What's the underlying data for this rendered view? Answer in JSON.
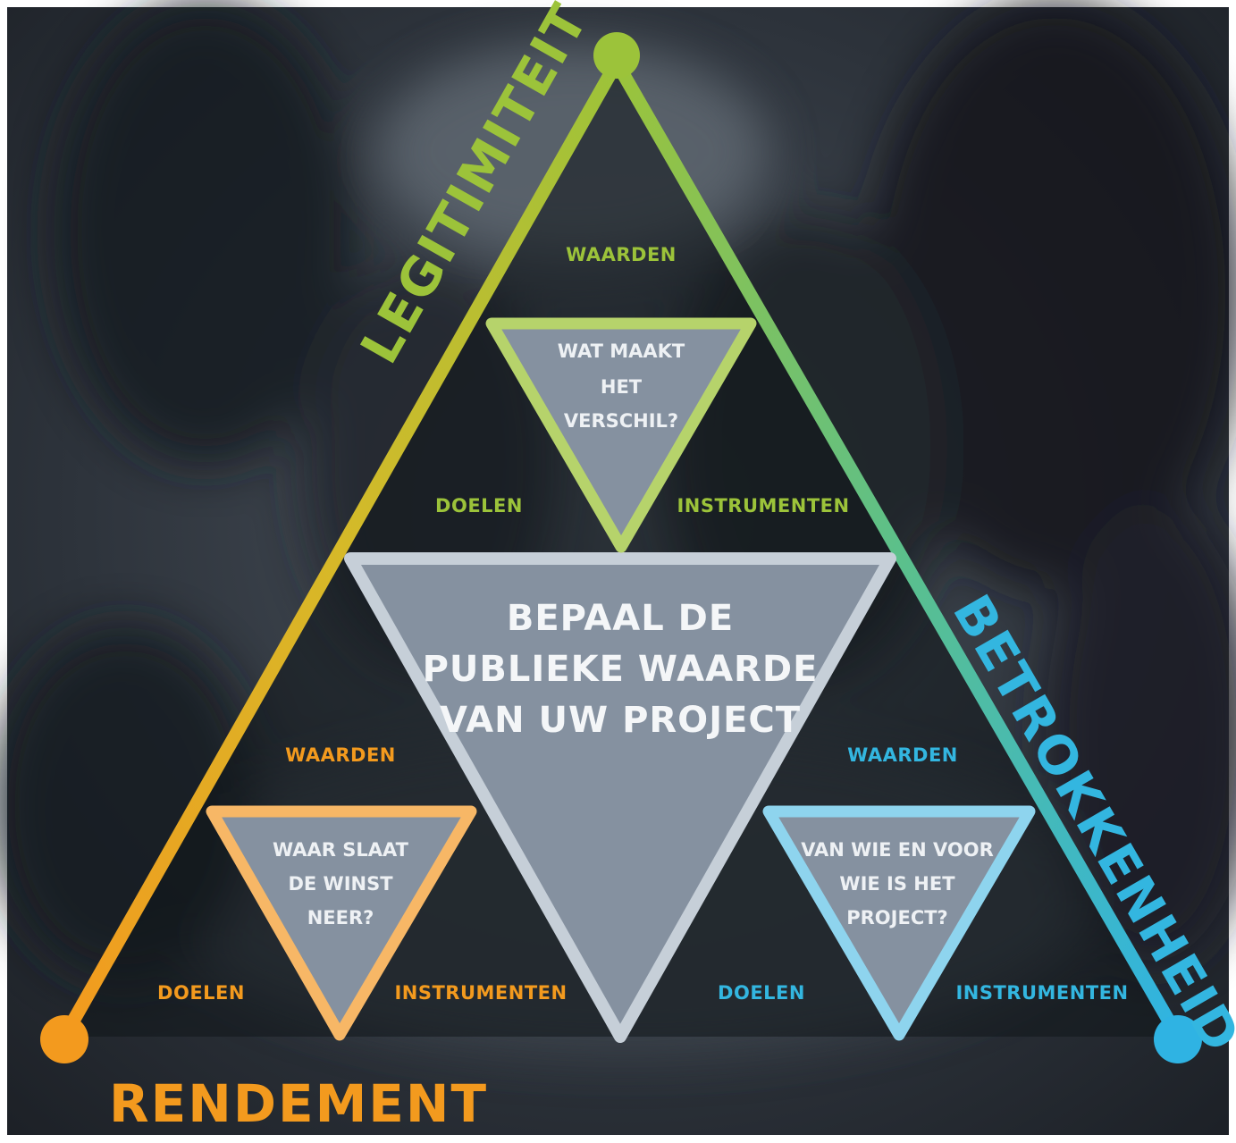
{
  "axes": {
    "legitimiteit": "LEGITIMITEIT",
    "betrokkenheid": "BETROKKENHEID",
    "rendement": "RENDEMENT"
  },
  "center": {
    "lines": [
      "BEPAAL DE",
      "PUBLIEKE WAARDE",
      "VAN UW PROJECT"
    ]
  },
  "top": {
    "question_lines": [
      "WAT MAAKT",
      "HET",
      "VERSCHIL?"
    ],
    "labels": {
      "waarden": "WAARDEN",
      "doelen": "DOELEN",
      "instrumenten": "INSTRUMENTEN"
    }
  },
  "left": {
    "question_lines": [
      "WAAR SLAAT",
      "DE WINST",
      "NEER?"
    ],
    "labels": {
      "waarden": "WAARDEN",
      "doelen": "DOELEN",
      "instrumenten": "INSTRUMENTEN"
    }
  },
  "right": {
    "question_lines": [
      "VAN WIE EN VOOR",
      "WIE IS HET",
      "PROJECT?"
    ],
    "labels": {
      "waarden": "WAARDEN",
      "doelen": "DOELEN",
      "instrumenten": "INSTRUMENTEN"
    }
  },
  "colors": {
    "green": "#9cc33a",
    "orange": "#f39c1f",
    "blue": "#33b6e0",
    "center_fill": "#8591a0",
    "background": "#2c3036"
  }
}
